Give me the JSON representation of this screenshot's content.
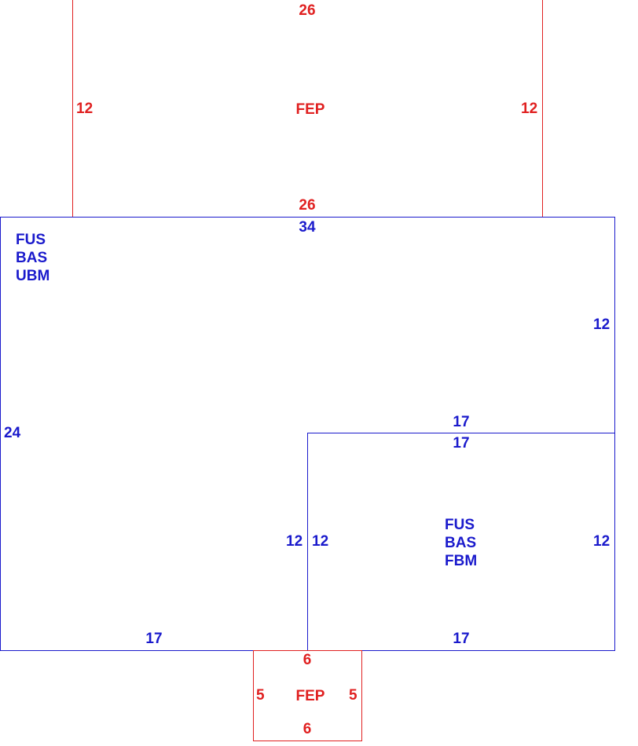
{
  "top_porch": {
    "label": "FEP",
    "top": "26",
    "bottom": "26",
    "left": "12",
    "right": "12"
  },
  "main_house": {
    "codes": [
      "FUS",
      "BAS",
      "UBM"
    ],
    "top": "34",
    "right_upper": "12",
    "left": "24",
    "bottom_left": "17",
    "inner_step_top": "17",
    "inner_vertical_left": "12"
  },
  "right_section": {
    "codes": [
      "FUS",
      "BAS",
      "FBM"
    ],
    "top": "17",
    "left": "12",
    "right": "12",
    "bottom": "17"
  },
  "bottom_porch": {
    "label": "FEP",
    "top": "6",
    "bottom": "6",
    "left": "5",
    "right": "5"
  },
  "colors": {
    "porch": "#e02020",
    "house": "#1a1acc"
  }
}
